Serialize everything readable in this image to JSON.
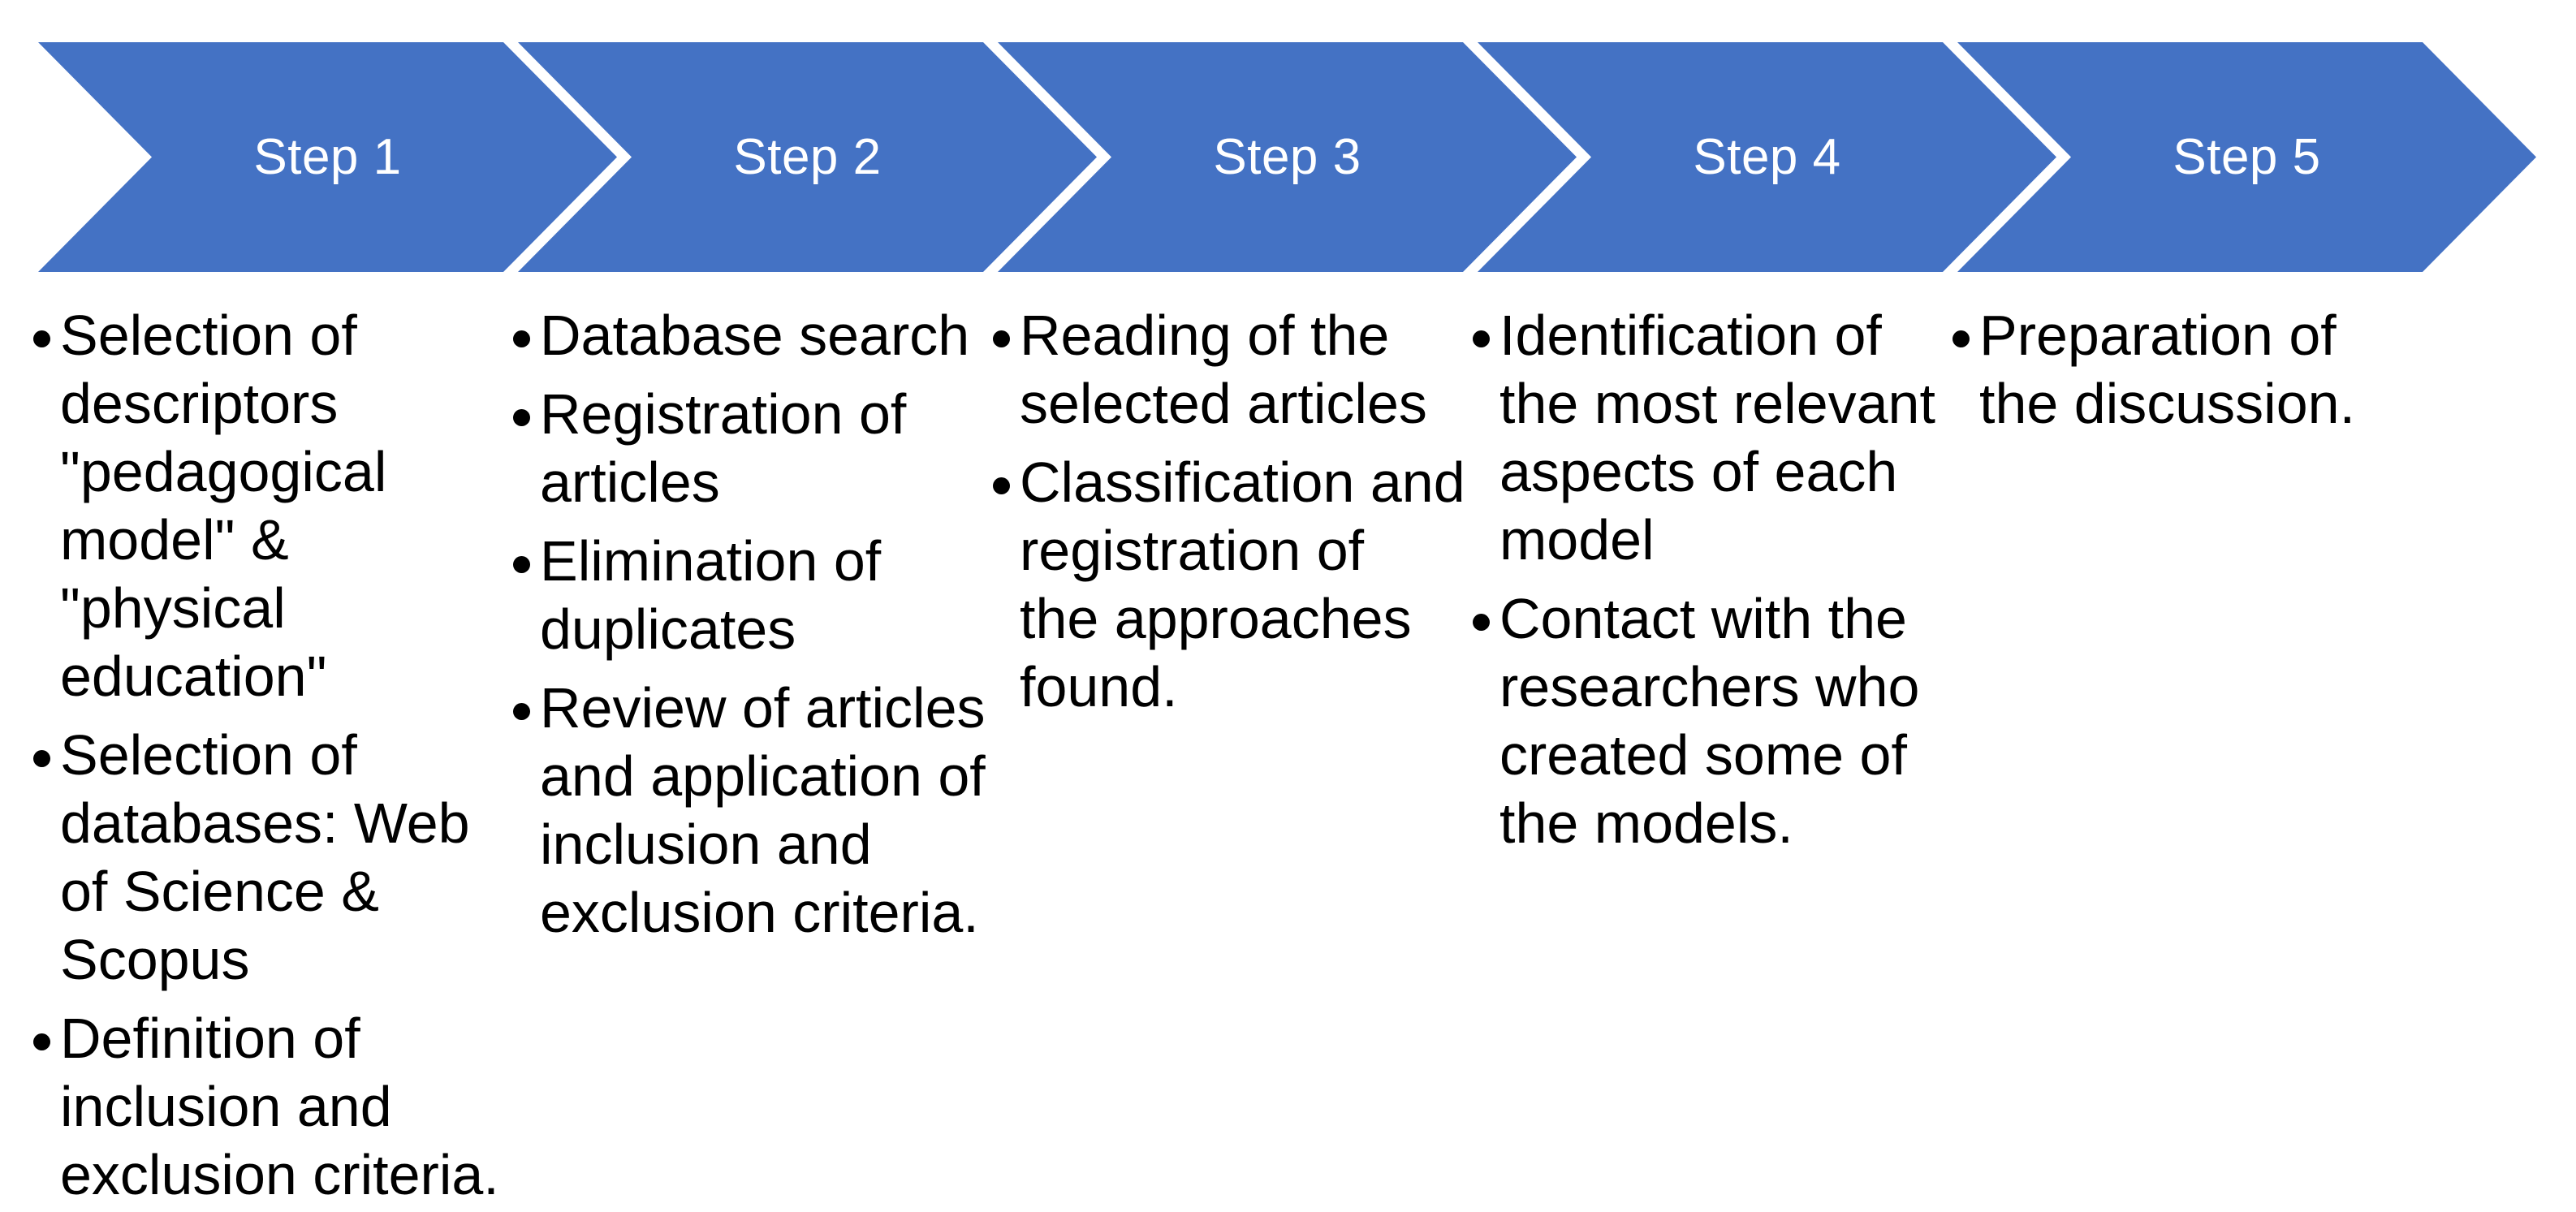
{
  "diagram": {
    "type": "process-chevron",
    "accent_color": "#4472C4",
    "step_label_color": "#FFFFFF",
    "body_text_color": "#000000",
    "steps": [
      {
        "label": "Step 1",
        "bullets": [
          [
            "Selection of",
            "descriptors",
            "\"pedagogical",
            "model\" &",
            "\"physical",
            "education\""
          ],
          [
            "Selection of",
            "databases: Web",
            "of Science &",
            "Scopus"
          ],
          [
            "Definition of",
            "inclusion and",
            "exclusion criteria."
          ]
        ]
      },
      {
        "label": "Step 2",
        "bullets": [
          [
            "Database search"
          ],
          [
            "Registration of",
            "articles"
          ],
          [
            "Elimination of",
            "duplicates"
          ],
          [
            "Review of articles",
            "and application of",
            "inclusion and",
            "exclusion criteria."
          ]
        ]
      },
      {
        "label": "Step 3",
        "bullets": [
          [
            "Reading of the",
            "selected articles"
          ],
          [
            "Classification and",
            "registration of",
            "the approaches",
            "found."
          ]
        ]
      },
      {
        "label": "Step 4",
        "bullets": [
          [
            "Identification of",
            "the most relevant",
            "aspects of each",
            "model"
          ],
          [
            "Contact with the",
            "researchers who",
            "created some of",
            "the models."
          ]
        ]
      },
      {
        "label": "Step 5",
        "bullets": [
          [
            "Preparation of",
            "the discussion."
          ]
        ]
      }
    ]
  }
}
